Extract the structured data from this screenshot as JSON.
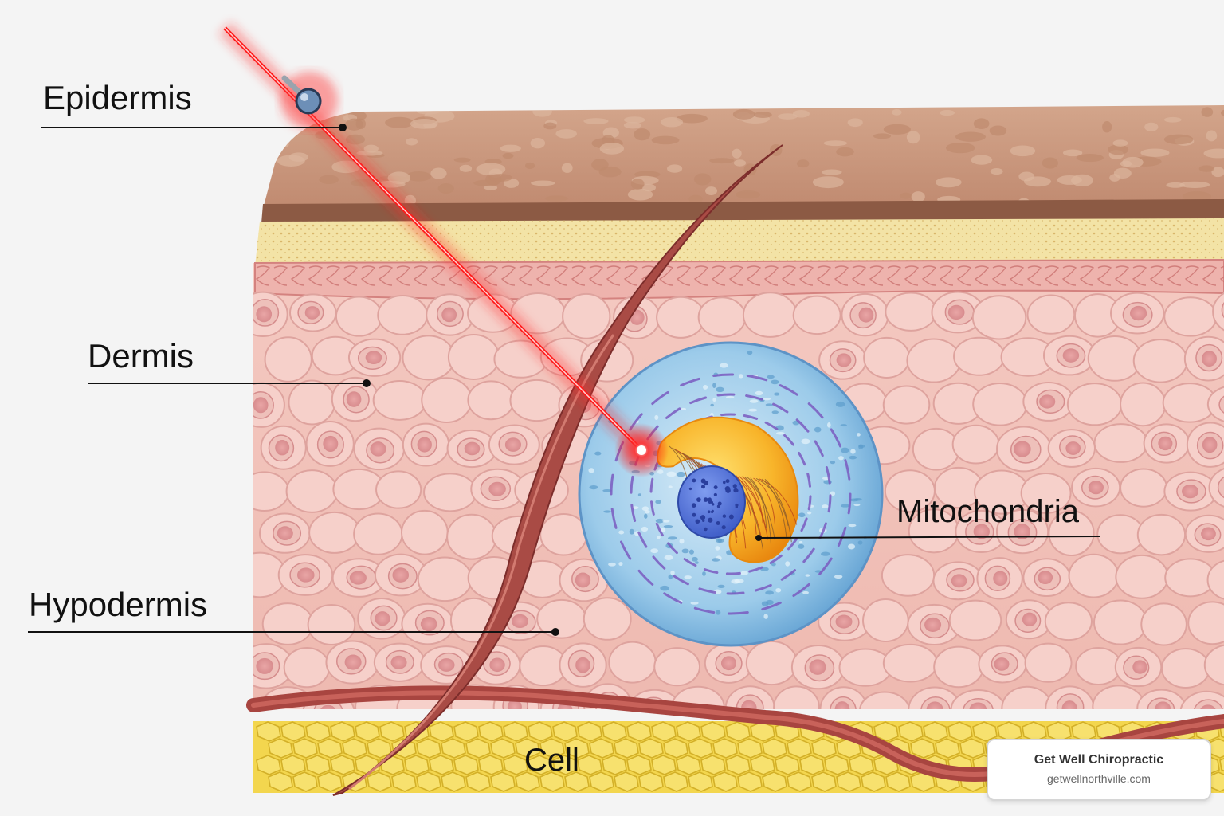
{
  "labels": {
    "epidermis": "Epidermis",
    "dermis": "Dermis",
    "hypodermis": "Hypodermis",
    "mitochondria": "Mitochondria",
    "cell": "Cell"
  },
  "badge": {
    "title": "Get Well Chiropractic",
    "url": "getwellnorthville.com"
  },
  "colors": {
    "epidermis": "#c8947a",
    "granular": "#f3e3a6",
    "dermis": "#f2c4bd",
    "fat": "#f1d54a",
    "vessel": "#a84540",
    "laser": "#ff2020",
    "cell": "#8fc3e6",
    "mitochondria": "#f5a623",
    "nucleus": "#4a6fd6"
  }
}
